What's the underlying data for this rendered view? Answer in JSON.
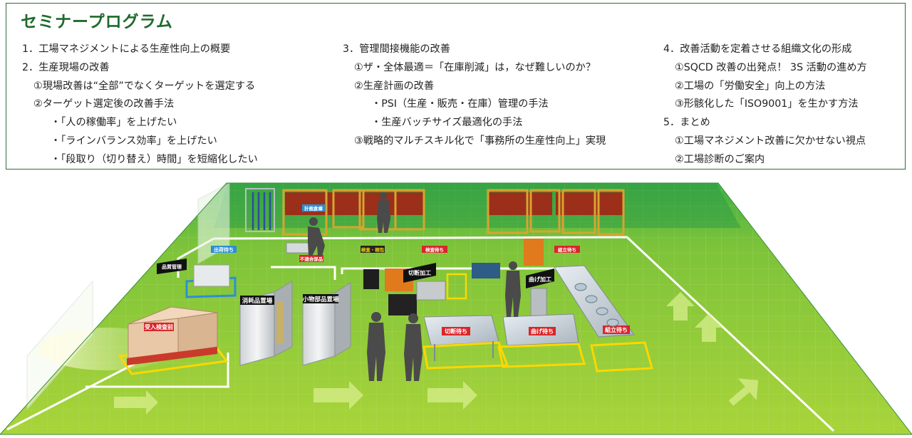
{
  "title": "セミナープログラム",
  "columns": [
    {
      "lines": [
        {
          "text": "1．工場マネジメントによる生産性向上の概要",
          "level": 1
        },
        {
          "text": "2．生産現場の改善",
          "level": 1
        },
        {
          "text": "①現場改善は“全部”でなくターゲットを選定する",
          "level": 2
        },
        {
          "text": "②ターゲット選定後の改善手法",
          "level": 2
        },
        {
          "text": "・「人の稼働率」を上げたい",
          "level": 3
        },
        {
          "text": "・「ラインバランス効率」を上げたい",
          "level": 3
        },
        {
          "text": "・「段取り（切り替え）時間」を短縮化したい",
          "level": 3
        }
      ]
    },
    {
      "lines": [
        {
          "text": "3．管理間接機能の改善",
          "level": 1
        },
        {
          "text": "①ザ・全体最適＝「在庫削減」は，なぜ難しいのか？",
          "level": 2
        },
        {
          "text": "②生産計画の改善",
          "level": 2
        },
        {
          "text": "・PSI（生産・販売・在庫）管理の手法",
          "level": 3
        },
        {
          "text": "・生産バッチサイズ最適化の手法",
          "level": 3
        },
        {
          "text": "③戦略的マルチスキル化で「事務所の生産性向上」実現",
          "level": 2
        }
      ]
    },
    {
      "lines": [
        {
          "text": "4．改善活動を定着させる組織文化の形成",
          "level": 1
        },
        {
          "text": "①SQCD 改善の出発点！ 3S 活動の進め方",
          "level": 2
        },
        {
          "text": "②工場の「労働安全」向上の方法",
          "level": 2
        },
        {
          "text": "③形骸化した「ISO9001」を生かす方法",
          "level": 2
        },
        {
          "text": "5．まとめ",
          "level": 1
        },
        {
          "text": "①工場マネジメント改善に欠かせない視点",
          "level": 2
        },
        {
          "text": "②工場診断のご案内",
          "level": 2
        }
      ]
    }
  ],
  "factory": {
    "signs": {
      "receiving_inspection": "受入検査前",
      "consumables": "消耗品置場",
      "small_parts": "小物部品置場",
      "shipping_wait": "出荷待ち",
      "quality": "品質管理",
      "planning": "計画倉庫",
      "nonconforming": "不適合部品",
      "inspection": "検査・梱包",
      "inspection_wait": "検査待ち",
      "cutting": "切断加工",
      "cutting_wait": "切断待ち",
      "bending": "曲げ加工",
      "bending_wait": "曲げ待ち",
      "assembly_wait": "組立待ち",
      "assembly_wait2": "組立待ち"
    },
    "colors": {
      "floor_light": "#a6d23a",
      "floor_dark": "#57a42e",
      "back_floor": "#2ea04a",
      "sign_red": "#d9262a",
      "zone_yellow": "#ffd700",
      "zone_blue": "#2b8fd6",
      "title_green": "#1f6a2c"
    }
  }
}
